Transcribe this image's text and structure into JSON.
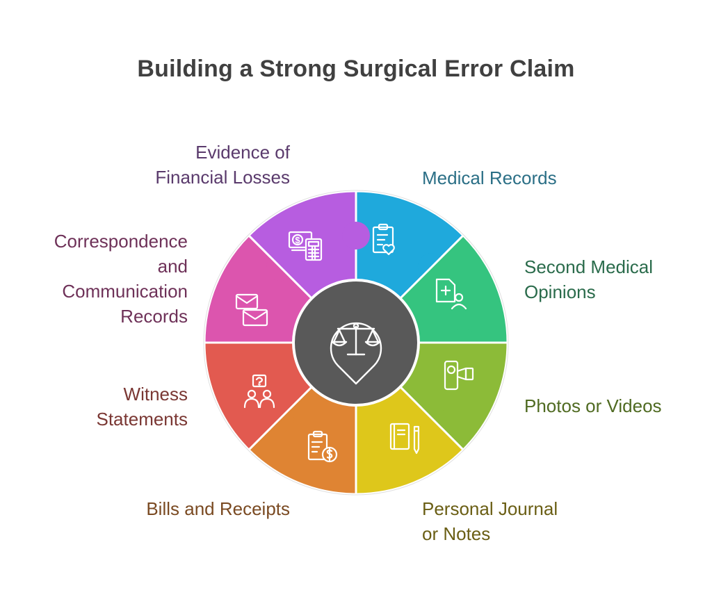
{
  "title": "Building a Strong Surgical Error Claim",
  "center": {
    "icon": "scales-of-justice-icon",
    "color": "#595959"
  },
  "segments": [
    {
      "key": "medical-records",
      "label": "Medical Records",
      "color": "#1fa9dc",
      "text_color": "#2b6f86",
      "icon": "clipboard-heart-icon"
    },
    {
      "key": "second-medical-opinions",
      "label": "Second Medical\nOpinions",
      "color": "#35c47f",
      "text_color": "#2a6b4b",
      "icon": "medical-document-person-icon"
    },
    {
      "key": "photos-or-videos",
      "label": "Photos or Videos",
      "color": "#8cbb38",
      "text_color": "#4f6a21",
      "icon": "video-camera-icon"
    },
    {
      "key": "personal-journal-or-notes",
      "label": "Personal Journal\nor Notes",
      "color": "#dec71b",
      "text_color": "#6a5e14",
      "icon": "notebook-pencil-icon"
    },
    {
      "key": "bills-and-receipts",
      "label": "Bills and Receipts",
      "color": "#df8433",
      "text_color": "#7a4a22",
      "icon": "receipt-dollar-icon"
    },
    {
      "key": "witness-statements",
      "label": "Witness\nStatements",
      "color": "#e25a50",
      "text_color": "#7a3733",
      "icon": "people-question-icon"
    },
    {
      "key": "correspondence-and-communication-records",
      "label": "Correspondence\nand\nCommunication\nRecords",
      "color": "#dc55ae",
      "text_color": "#6e3158",
      "icon": "envelopes-icon"
    },
    {
      "key": "evidence-of-financial-losses",
      "label": "Evidence of\nFinancial Losses",
      "color": "#b75de0",
      "text_color": "#5a3a6c",
      "icon": "money-calculator-icon"
    }
  ]
}
